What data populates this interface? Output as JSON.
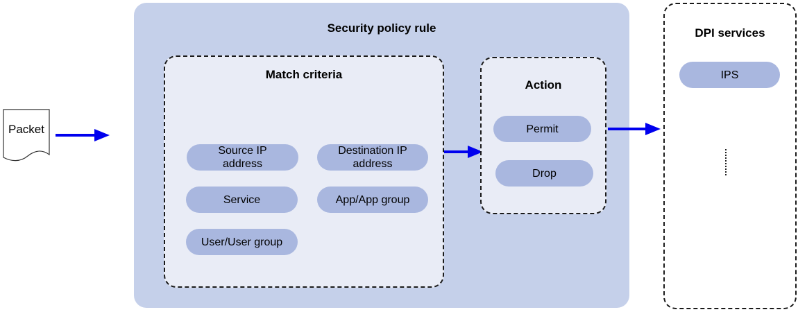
{
  "packet": {
    "label": "Packet"
  },
  "policy_rule": {
    "title": "Security policy rule",
    "match_criteria": {
      "title": "Match criteria",
      "items": [
        "Source IP\naddress",
        "Destination IP\naddress",
        "Service",
        "App/App group",
        "User/User group"
      ]
    },
    "action": {
      "title": "Action",
      "items": [
        "Permit",
        "Drop"
      ]
    }
  },
  "dpi_services": {
    "title": "DPI services",
    "items": [
      "IPS"
    ]
  },
  "colors": {
    "panel_fill": "#c5d0ea",
    "pill_fill": "#a9b7df",
    "arrow": "#0000ee"
  }
}
